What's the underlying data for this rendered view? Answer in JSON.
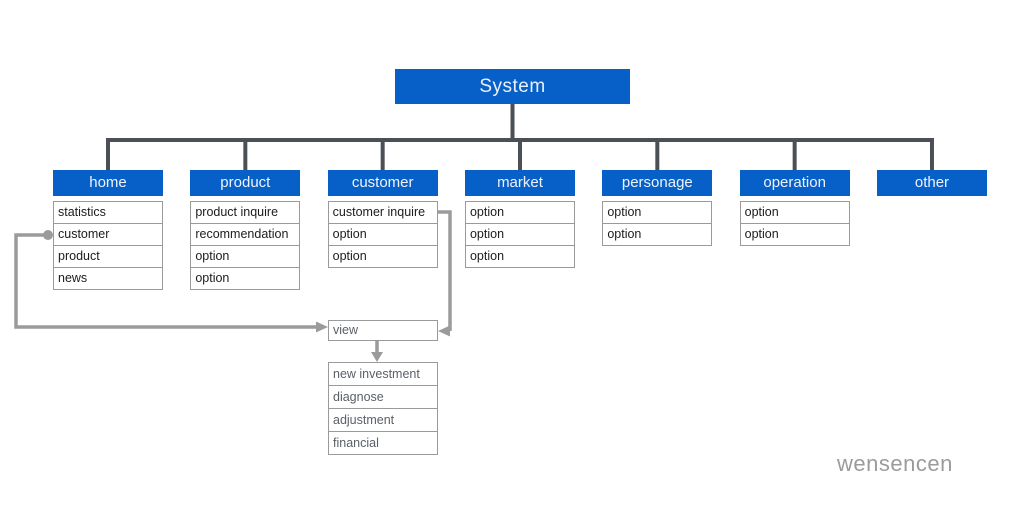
{
  "root": {
    "label": "System"
  },
  "columns": [
    {
      "label": "home",
      "items": [
        "statistics",
        "customer",
        "product",
        "news"
      ]
    },
    {
      "label": "product",
      "items": [
        "product inquire",
        "recommendation",
        "option",
        "option"
      ]
    },
    {
      "label": "customer",
      "items": [
        "customer inquire",
        "option",
        "option"
      ]
    },
    {
      "label": "market",
      "items": [
        "option",
        "option",
        "option"
      ]
    },
    {
      "label": "personage",
      "items": [
        "option",
        "option"
      ]
    },
    {
      "label": "operation",
      "items": [
        "option",
        "option"
      ]
    },
    {
      "label": "other",
      "items": []
    }
  ],
  "view_node": {
    "label": "view",
    "items": [
      "new investment",
      "diagnose",
      "adjustment",
      "financial"
    ]
  },
  "connections": [
    {
      "from": "home / customer",
      "to": "view",
      "enters": "left"
    },
    {
      "from": "customer / customer inquire",
      "to": "view",
      "enters": "right"
    },
    {
      "from": "view",
      "to": "view sub-list",
      "enters": "top"
    }
  ],
  "watermark": "wensencen",
  "colors": {
    "node_header_bg": "#0760c8",
    "node_header_text": "#eef3fa",
    "tree_line": "#4a5056",
    "connector_line": "#9b9b9b",
    "box_border": "#9a9a9a",
    "item_text": "#1c1c1c",
    "sub_item_text": "#5a6067",
    "watermark_text": "#9b9b9b"
  }
}
